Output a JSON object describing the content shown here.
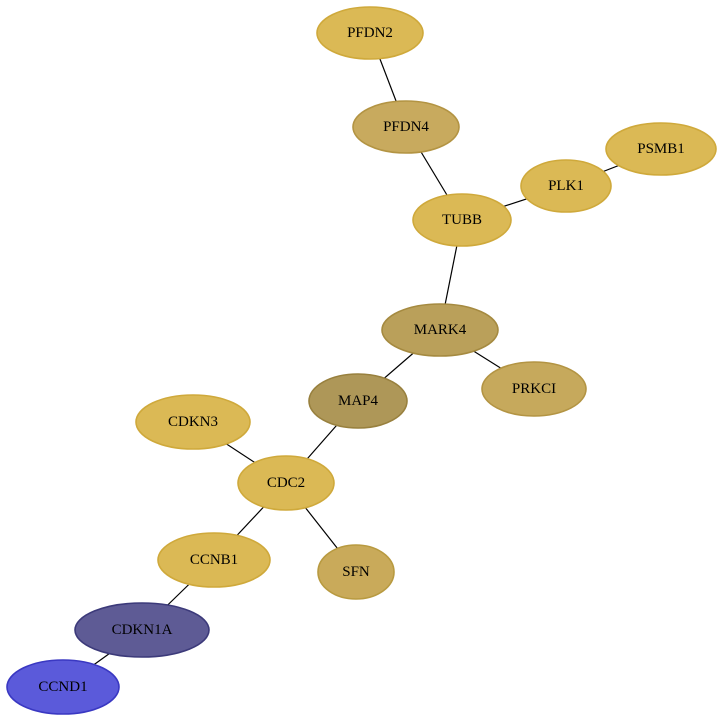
{
  "nodes": [
    {
      "id": "PFDN2",
      "label": "PFDN2",
      "fill": "#dbb955",
      "stroke": "#cfa93b"
    },
    {
      "id": "PFDN4",
      "label": "PFDN4",
      "fill": "#c8aa5e",
      "stroke": "#b39443"
    },
    {
      "id": "PSMB1",
      "label": "PSMB1",
      "fill": "#dbb955",
      "stroke": "#cfa93b"
    },
    {
      "id": "PLK1",
      "label": "PLK1",
      "fill": "#dbb955",
      "stroke": "#cfa93b"
    },
    {
      "id": "TUBB",
      "label": "TUBB",
      "fill": "#dbb955",
      "stroke": "#cfa93b"
    },
    {
      "id": "MARK4",
      "label": "MARK4",
      "fill": "#baa05a",
      "stroke": "#a58a40"
    },
    {
      "id": "PRKCI",
      "label": "PRKCI",
      "fill": "#c6a95c",
      "stroke": "#b39443"
    },
    {
      "id": "MAP4",
      "label": "MAP4",
      "fill": "#ae9758",
      "stroke": "#98803e"
    },
    {
      "id": "CDKN3",
      "label": "CDKN3",
      "fill": "#dbb955",
      "stroke": "#cfa93b"
    },
    {
      "id": "CDC2",
      "label": "CDC2",
      "fill": "#dbb955",
      "stroke": "#cfa93b"
    },
    {
      "id": "CCNB1",
      "label": "CCNB1",
      "fill": "#dbb955",
      "stroke": "#cfa93b"
    },
    {
      "id": "SFN",
      "label": "SFN",
      "fill": "#c9aa5a",
      "stroke": "#b89a40"
    },
    {
      "id": "CDKN1A",
      "label": "CDKN1A",
      "fill": "#5e5b95",
      "stroke": "#3c3a7a"
    },
    {
      "id": "CCND1",
      "label": "CCND1",
      "fill": "#5b5ada",
      "stroke": "#3a38c2"
    }
  ],
  "edges": [
    {
      "source": "PFDN2",
      "target": "PFDN4"
    },
    {
      "source": "PFDN4",
      "target": "TUBB"
    },
    {
      "source": "PSMB1",
      "target": "PLK1"
    },
    {
      "source": "PLK1",
      "target": "TUBB"
    },
    {
      "source": "TUBB",
      "target": "MARK4"
    },
    {
      "source": "MARK4",
      "target": "PRKCI"
    },
    {
      "source": "MARK4",
      "target": "MAP4"
    },
    {
      "source": "MAP4",
      "target": "CDC2"
    },
    {
      "source": "CDKN3",
      "target": "CDC2"
    },
    {
      "source": "CDC2",
      "target": "CCNB1"
    },
    {
      "source": "CDC2",
      "target": "SFN"
    },
    {
      "source": "CCNB1",
      "target": "CDKN1A"
    },
    {
      "source": "CDKN1A",
      "target": "CCND1"
    }
  ]
}
